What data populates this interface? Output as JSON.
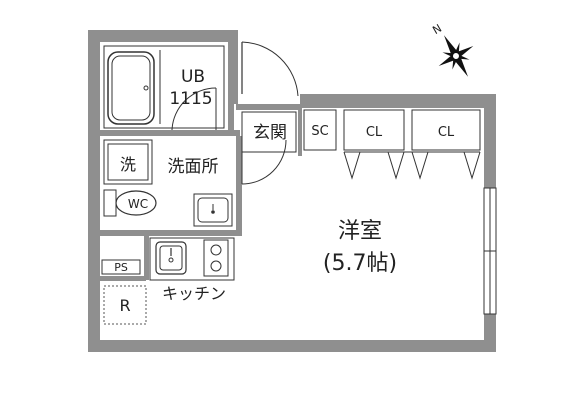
{
  "colors": {
    "wall": "#8f8f8f",
    "floor": "#ffffff",
    "line": "#333333"
  },
  "rooms": {
    "unit_bath": "UB",
    "unit_bath_size": "1115",
    "washroom": "洗面所",
    "washer": "洗",
    "toilet": "WC",
    "entrance": "玄関",
    "shoe_closet": "SC",
    "closet_left": "CL",
    "closet_right": "CL",
    "western_room": "洋室",
    "western_room_size": "(5.7帖)",
    "kitchen": "キッチン",
    "pipe_space": "PS",
    "refrigerator": "R"
  },
  "compass": {
    "north": "N"
  }
}
